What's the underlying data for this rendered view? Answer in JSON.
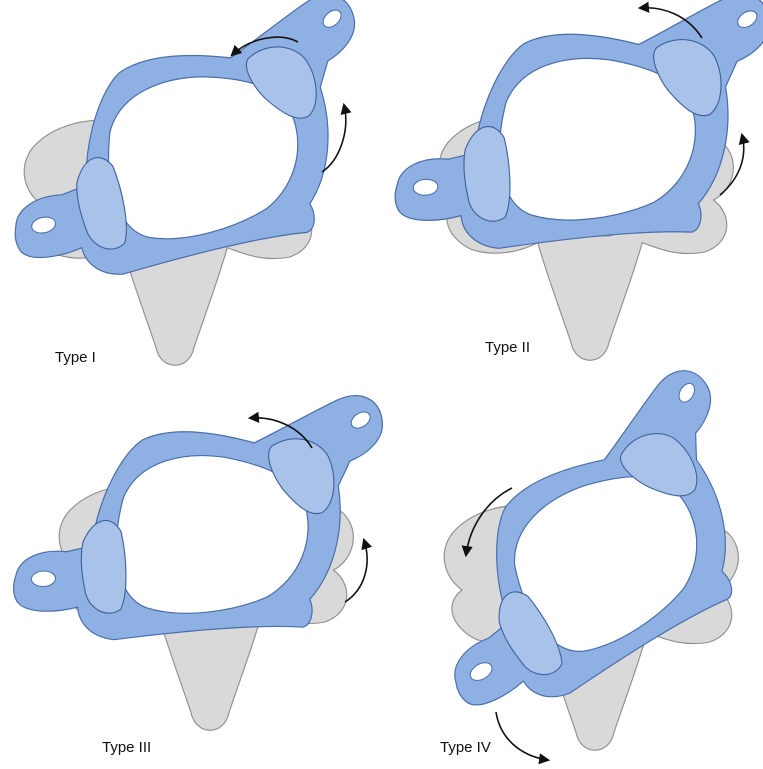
{
  "panels": [
    {
      "label": "Type I"
    },
    {
      "label": "Type II"
    },
    {
      "label": "Type III"
    },
    {
      "label": "Type IV"
    }
  ],
  "colors": {
    "atlas": "#8fb0e2",
    "atlas_outline": "#4a6ea8",
    "axis": "#d9d9d9",
    "axis_outline": "#8f8f8f",
    "arrow": "#111111"
  },
  "icons": [
    "rotation-arrow-icon"
  ]
}
